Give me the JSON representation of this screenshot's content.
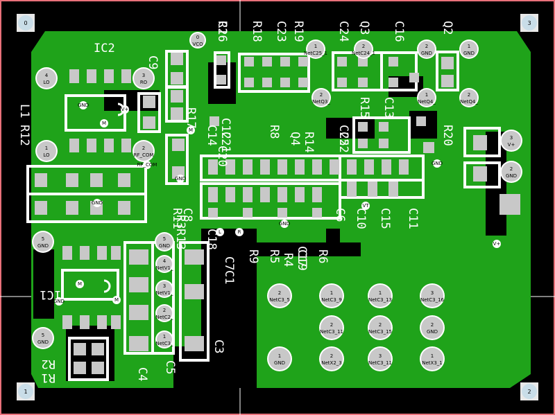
{
  "board": {
    "copper_color": "#1fa31a",
    "background_color": "#000000",
    "border_color": "#e8707a",
    "silk_color": "#ffffff",
    "pad_color": "#c8c8c8"
  },
  "corners": [
    "0",
    "3",
    "1",
    "2"
  ],
  "silkscreen": [
    "IC2",
    "IC1",
    "C9",
    "R12",
    "L1",
    "R17",
    "C12",
    "R11",
    "R13",
    "R3",
    "C8",
    "C7",
    "C5",
    "R2",
    "R1",
    "C4",
    "C1",
    "C3",
    "R4",
    "C2",
    "R18",
    "C23",
    "R19",
    "C24",
    "Q3",
    "C16",
    "Q2",
    "R16",
    "R15",
    "C13",
    "C14",
    "C21",
    "C20",
    "C22",
    "R14",
    "Q4",
    "C25",
    "R20",
    "C18",
    "C10",
    "C15",
    "C11",
    "C6",
    "R5",
    "R9",
    "C19",
    "R6",
    "R8",
    "C17"
  ],
  "pads": {
    "vco": {
      "num": "0",
      "label": "VCO"
    },
    "lo_top": {
      "num": "4",
      "label": "LO"
    },
    "ro": {
      "num": "3",
      "label": "RO"
    },
    "lo_mid": {
      "num": "1",
      "label": "LO"
    },
    "rf_com": {
      "num": "2",
      "label": "RF_COM"
    },
    "gnd_left1": {
      "num": "5",
      "label": "GND"
    },
    "gnd_left2": {
      "num": "5",
      "label": "GND"
    },
    "gnd_mid": {
      "num": "5",
      "label": "GND"
    },
    "netc25": {
      "num": "1",
      "label": "NetC25_1"
    },
    "netc24": {
      "num": "2",
      "label": "NetC24_1"
    },
    "netq3": {
      "num": "2",
      "label": "NetQ3_"
    },
    "netq4a": {
      "num": "1",
      "label": "NetQ4_"
    },
    "netq4b": {
      "num": "2",
      "label": "NetQ4_"
    },
    "gnd_q3": {
      "num": "2",
      "label": "GND"
    },
    "gnd_c16": {
      "num": "1",
      "label": "GND"
    },
    "vplus_right": {
      "num": "3",
      "label": "V+"
    },
    "gnd_right": {
      "num": "2",
      "label": "GND"
    },
    "vt_right": {
      "num": "1",
      "label": "VT"
    },
    "netc3_5": {
      "num": "2",
      "label": "NetC3_5"
    },
    "netc3_9": {
      "num": "1",
      "label": "NetC3_9"
    },
    "netc3_13": {
      "num": "1",
      "label": "NetC3_13"
    },
    "netc3_16": {
      "num": "3",
      "label": "NetC3_16"
    },
    "netc3_11a": {
      "num": "2",
      "label": "NetC3_11"
    },
    "netc3_15": {
      "num": "2",
      "label": "NetC3_15"
    },
    "gnd_net": {
      "num": "2",
      "label": "GND"
    },
    "gnd_bot": {
      "num": "1",
      "label": "GND"
    },
    "netx2_3": {
      "num": "2",
      "label": "NetX2_3"
    },
    "netc3_11b": {
      "num": "3",
      "label": "NetC3_11"
    },
    "netx3_1": {
      "num": "1",
      "label": "NetX3_1"
    },
    "netv1": {
      "num": "4",
      "label": "NetV1_"
    },
    "netv1b": {
      "num": "3",
      "label": "NetV1_"
    },
    "netc2": {
      "num": "2",
      "label": "NetC2_"
    },
    "netc3": {
      "num": "1",
      "label": "NetC3_"
    }
  },
  "smd_labels": [
    "GND",
    "M",
    "V+",
    "GND",
    "M",
    "L",
    "R",
    "GND",
    "VT",
    "GND",
    "V+",
    "GND",
    "M",
    "GND",
    "M",
    "RF_COM"
  ]
}
